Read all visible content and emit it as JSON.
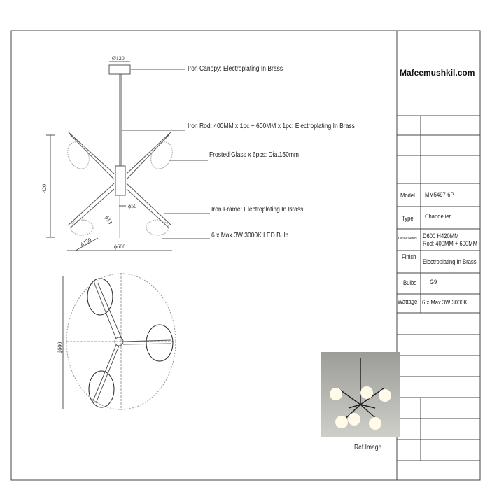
{
  "brand": "Mafeemushkil.com",
  "callouts": {
    "canopy": "Iron Canopy: Electroplating In Brass",
    "rod": "Iron Rod: 400MM x 1pc + 600MM x 1pc: Electroplating In Brass",
    "glass": "Frosted Glass x 6pcs: Dia.150mm",
    "frame": "Iron Frame: Electroplating In Brass",
    "bulb": "6 x Max.3W 3000K LED Bulb"
  },
  "dimensions": {
    "canopy": "Ø120",
    "height": "420",
    "body": "ϕ50",
    "arm": "ϕ13",
    "glass": "ϕ150",
    "width": "ϕ600",
    "plan": "ϕ600"
  },
  "specs": [
    {
      "label": "Model",
      "value": "MM5497-6P"
    },
    {
      "label": "Type",
      "value": "Chandelier"
    },
    {
      "label": "Dimensions",
      "value": "D600 H420MM",
      "value2": "Rod: 400MM + 600MM"
    },
    {
      "label": "Finish",
      "value": "Electroplating In Brass"
    },
    {
      "label": "Bulbs",
      "value": "G9"
    },
    {
      "label": "Wattage",
      "value": "6 x Max.3W 3000K"
    }
  ],
  "ref_caption": "Ref.Image"
}
